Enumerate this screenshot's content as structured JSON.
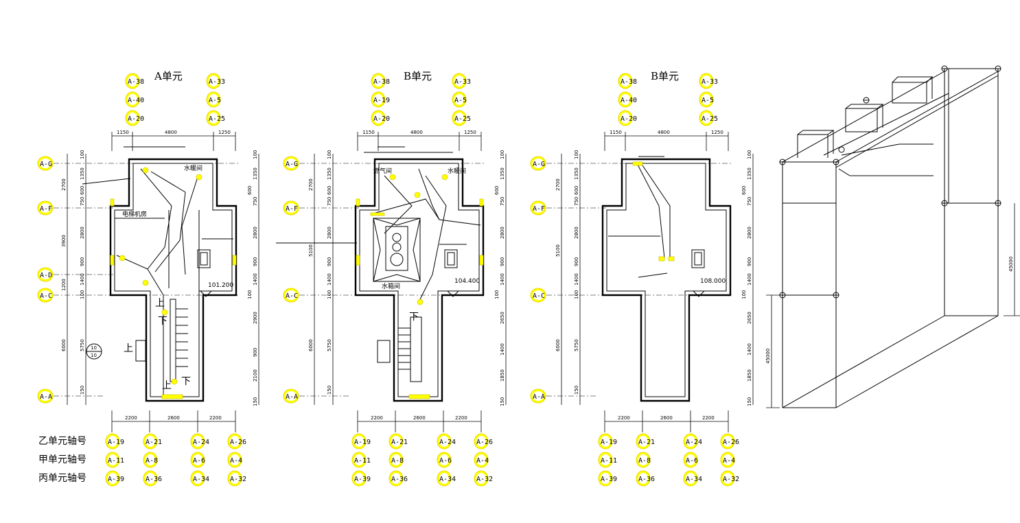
{
  "units": [
    {
      "title": "A单元",
      "top_axes": [
        "A-38",
        "A-40",
        "A-20",
        "A-33",
        "A-5",
        "A-25"
      ],
      "top_dims": [
        "1150",
        "4800",
        "1250"
      ],
      "left_axes": [
        "A-G",
        "A-F",
        "A-D",
        "A-C",
        "A-A"
      ],
      "left_dims_outer": [
        "2700",
        "3900",
        "1200",
        "6000"
      ],
      "left_dims_inner": [
        "100",
        "1350",
        "600",
        "750",
        "2800",
        "900",
        "1400",
        "100",
        "5750",
        "150"
      ],
      "right_dims": [
        "100",
        "1350",
        "600",
        "750",
        "2800",
        "900",
        "1400",
        "100",
        "2900",
        "900",
        "2100",
        "150"
      ],
      "bottom_dims": [
        "2200",
        "2600",
        "2200"
      ],
      "rooms": [
        "水暖间",
        "电梯机房"
      ],
      "marks": [
        "上",
        "下",
        "上",
        "上",
        "下"
      ],
      "level": "101.200",
      "section_tag_top": "10",
      "section_tag_bottom": "10"
    },
    {
      "title": "B单元",
      "top_axes": [
        "A-38",
        "A-19",
        "A-20",
        "A-33",
        "A-5",
        "A-25"
      ],
      "top_dims": [
        "1150",
        "4800",
        "1250"
      ],
      "left_axes": [
        "A-G",
        "A-F",
        "A-C",
        "A-A"
      ],
      "left_dims_outer": [
        "2700",
        "5100",
        "6000"
      ],
      "left_dims_inner": [
        "100",
        "1350",
        "600",
        "750",
        "2800",
        "900",
        "1400",
        "100",
        "5750",
        "150"
      ],
      "right_dims": [
        "100",
        "1350",
        "600",
        "750",
        "2800",
        "900",
        "1400",
        "100",
        "2650",
        "1400",
        "1850",
        "150"
      ],
      "bottom_dims": [
        "2200",
        "2600",
        "2200"
      ],
      "rooms": [
        "燃气间",
        "水暖间",
        "水箱间"
      ],
      "marks": [
        "下"
      ],
      "level": "104.400"
    },
    {
      "title": "B单元",
      "top_axes": [
        "A-38",
        "A-40",
        "A-20",
        "A-33",
        "A-5",
        "A-25"
      ],
      "top_dims": [
        "1150",
        "4800",
        "1250"
      ],
      "left_axes": [
        "A-G",
        "A-F",
        "A-C",
        "A-A"
      ],
      "left_dims_outer": [
        "2700",
        "5100",
        "6000"
      ],
      "left_dims_inner": [
        "100",
        "1350",
        "600",
        "750",
        "2800",
        "900",
        "1400",
        "100",
        "5750",
        "150"
      ],
      "right_dims": [
        "100",
        "1350",
        "600",
        "750",
        "2800",
        "900",
        "1400",
        "100",
        "2650",
        "1400",
        "1850",
        "150"
      ],
      "bottom_dims": [
        "2200",
        "2600",
        "2200"
      ],
      "rooms": [],
      "marks": [],
      "level": "108.000"
    }
  ],
  "axis_tables": {
    "row_labels": [
      "乙单元轴号",
      "甲单元轴号",
      "丙单元轴号"
    ],
    "rows": [
      [
        "A-19",
        "A-21",
        "A-24",
        "A-26"
      ],
      [
        "A-11",
        "A-8",
        "A-6",
        "A-4"
      ],
      [
        "A-39",
        "A-36",
        "A-34",
        "A-32"
      ]
    ]
  },
  "isometric": {
    "dims": [
      "45000",
      "45000"
    ]
  },
  "colors": {
    "bubble": "#ffff00",
    "line": "#000000",
    "background": "#ffffff"
  }
}
